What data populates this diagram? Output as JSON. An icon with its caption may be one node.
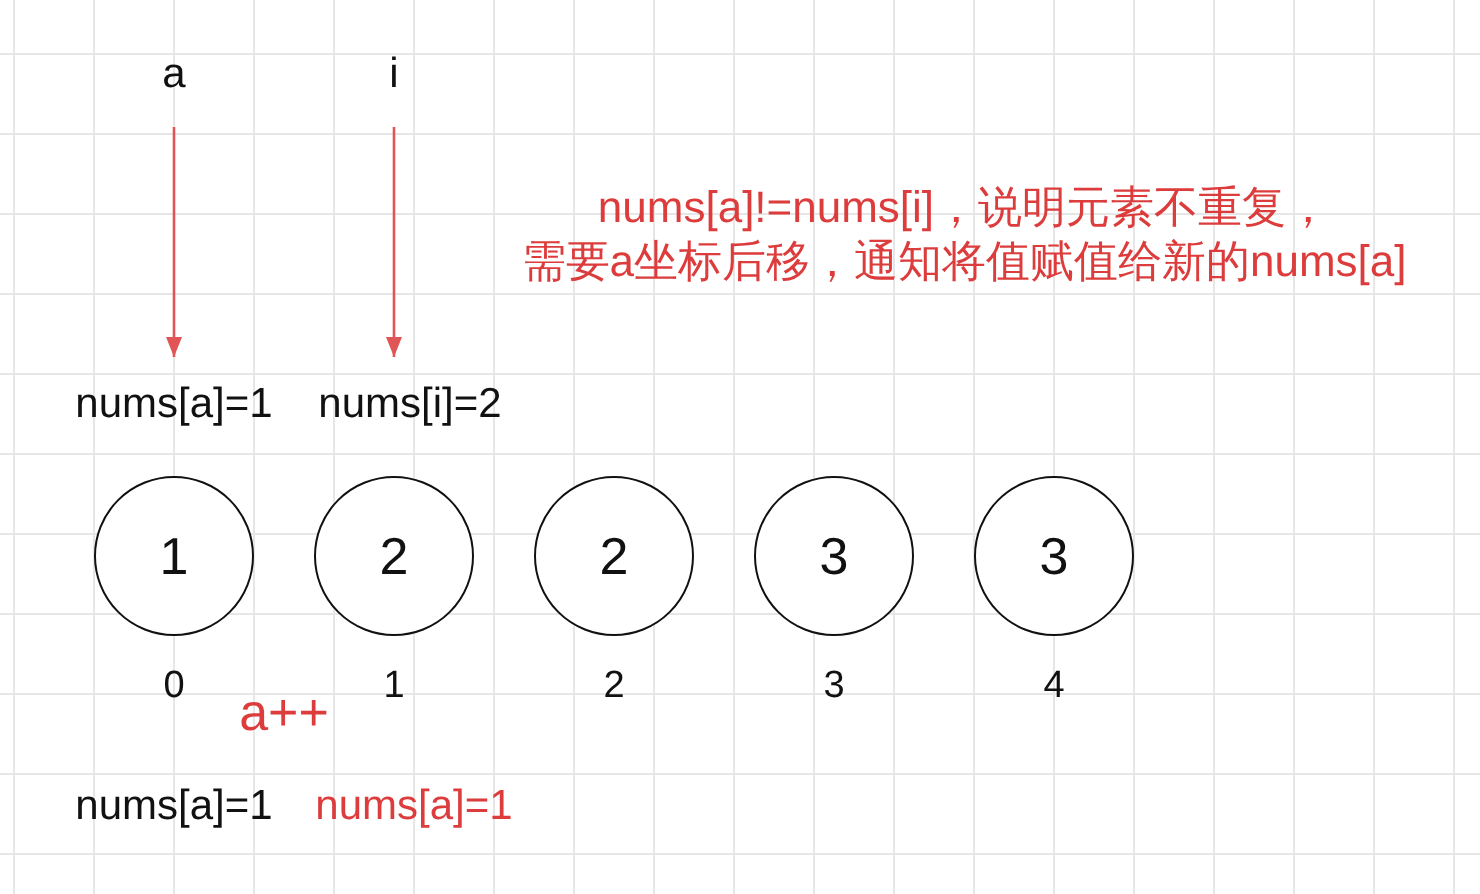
{
  "diagram": {
    "nodes": [
      {
        "text": [
          "a"
        ]
      },
      {
        "text": [
          "i"
        ]
      },
      {
        "text": [
          "nums[a]=1"
        ]
      },
      {
        "text": [
          "nums[i]=2"
        ]
      },
      {
        "text": [
          "1"
        ],
        "beside": [
          "0"
        ]
      },
      {
        "text": [
          "2"
        ],
        "beside": [
          "1"
        ]
      },
      {
        "text": [
          "2"
        ],
        "beside": [
          "2"
        ]
      },
      {
        "text": [
          "3"
        ],
        "beside": [
          "3"
        ]
      },
      {
        "text": [
          "3"
        ],
        "beside": [
          "4"
        ]
      }
    ],
    "edges": [
      {
        "from": 0,
        "to": 2,
        "arrow": "to"
      },
      {
        "from": 1,
        "to": 3,
        "arrow": "to"
      }
    ],
    "labels": [
      "nums[a]!=nums[i]，说明元素不重复，需要a坐标后移，通知将值赋值给新的nums[a]",
      "a++",
      "nums[a]=1",
      "nums[a]=1"
    ]
  }
}
